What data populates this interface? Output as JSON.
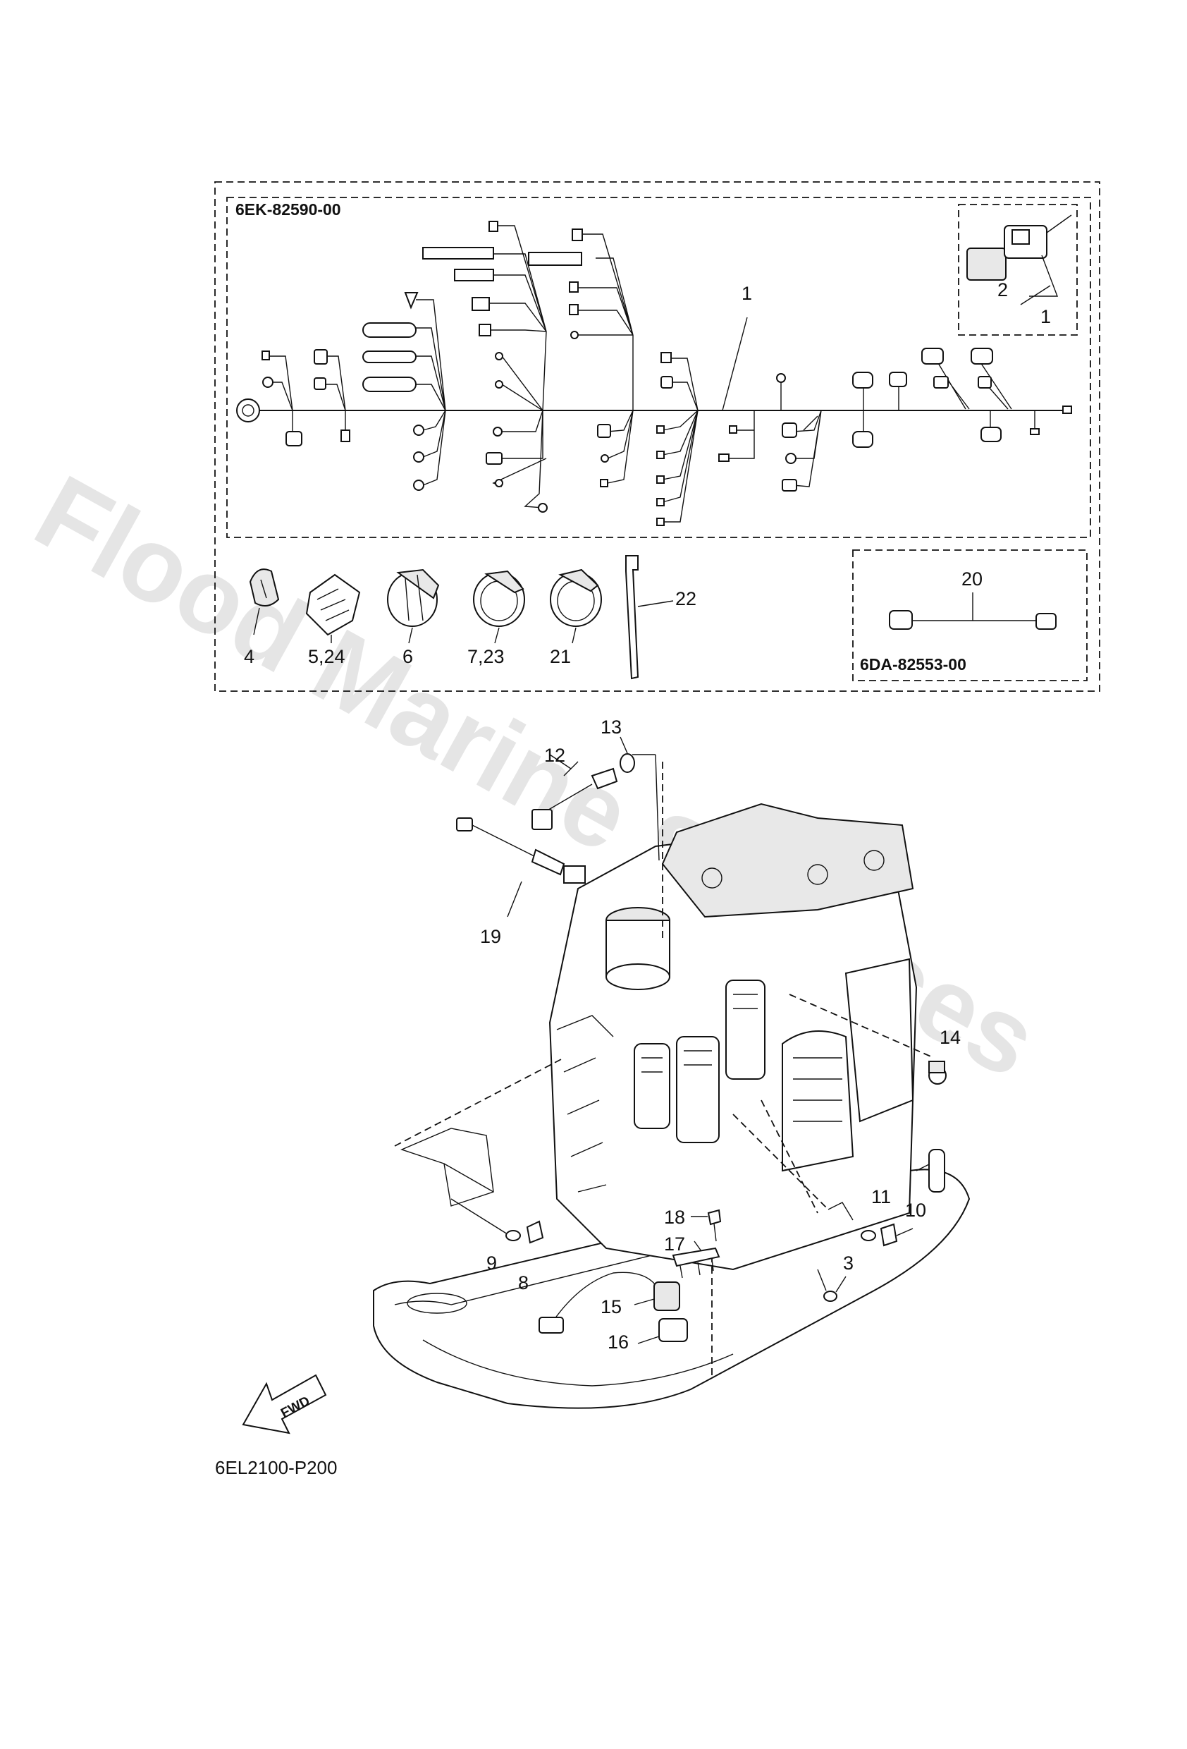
{
  "watermark": "Flood Marine Services",
  "kit_codes": {
    "harness_kit": "6EK-82590-00",
    "sub_harness_kit": "6DA-82553-00"
  },
  "figure_code": "6EL2100-P200",
  "fwd_label": "FWD",
  "callouts": {
    "c1": "1",
    "c1b": "1",
    "c2": "2",
    "c3": "3",
    "c4": "4",
    "c5_24": "5,24",
    "c6": "6",
    "c7_23": "7,23",
    "c8": "8",
    "c9": "9",
    "c10": "10",
    "c11": "11",
    "c12": "12",
    "c13": "13",
    "c14": "14",
    "c15": "15",
    "c16": "16",
    "c17": "17",
    "c18": "18",
    "c19": "19",
    "c20": "20",
    "c21": "21",
    "c22": "22"
  }
}
